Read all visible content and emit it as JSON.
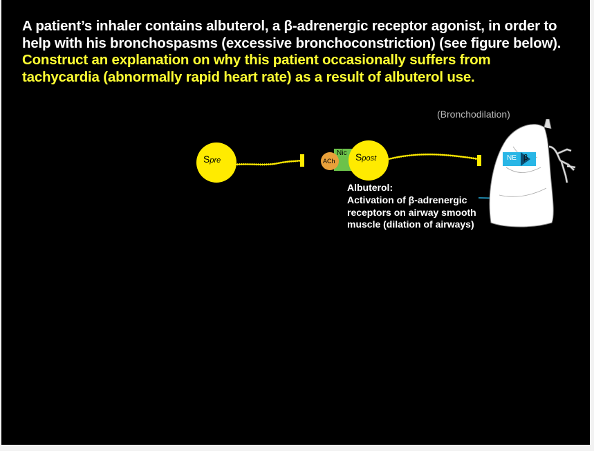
{
  "prompt": {
    "white_text": "A patient’s inhaler contains albuterol, a β-adrenergic receptor agonist, in order to help with his bronchospasms (excessive bronchoconstriction) (see figure below). ",
    "highlight_text": "Construct an explanation on why this patient occasionally suffers from tachycardia (abnormally rapid heart rate) as a result of albuterol use."
  },
  "diagram": {
    "bronchodilation_label": "(Bronchodilation)",
    "pre_neuron": {
      "letter": "S",
      "sub": "pre"
    },
    "post_neuron": {
      "letter": "S",
      "sub": "post"
    },
    "nic_label": "Nic",
    "ach_label": "ACh",
    "ne_label": "NE",
    "beta_label": "β",
    "annotation": [
      "Albuterol:",
      "Activation of β-adrenergic",
      "receptors on airway smooth",
      "muscle (dilation of airways)"
    ],
    "colors": {
      "neuron": "#ffeb00",
      "nicotinic_receptor": "#6cc24a",
      "ach": "#e8a03a",
      "ne_receptor": "#29b6e6",
      "highlight_text": "#ffff33"
    }
  }
}
